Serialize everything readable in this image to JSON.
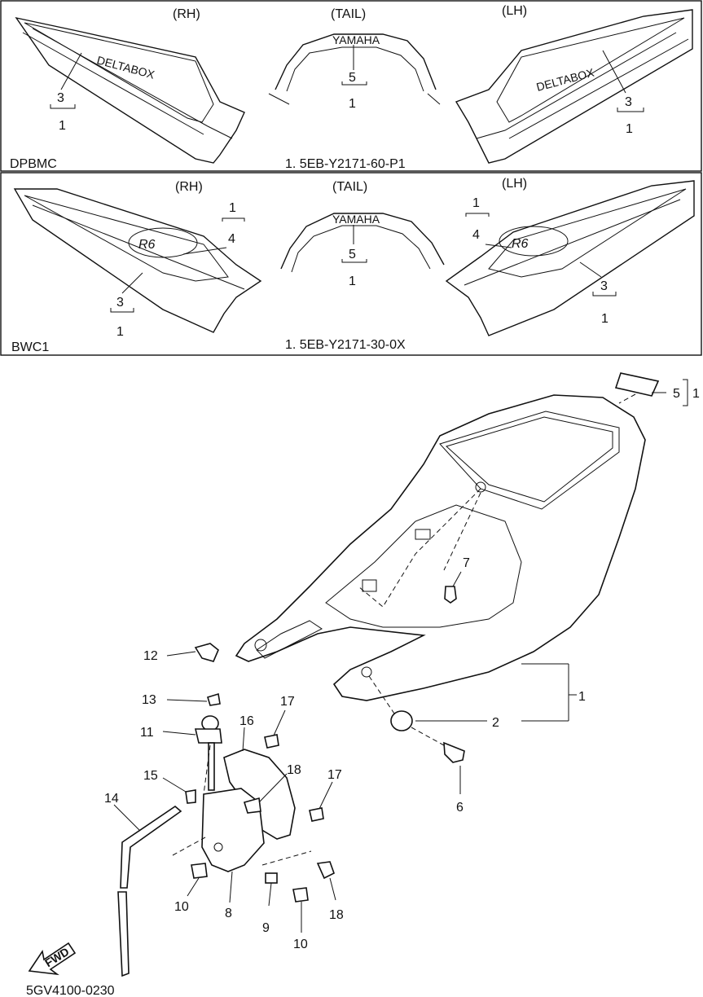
{
  "panel_top": {
    "views": {
      "rh": "(RH)",
      "tail": "(TAIL)",
      "lh": "(LH)"
    },
    "variant": "DPBMC",
    "caption": "1. 5EB-Y2171-60-P1",
    "decal_text": {
      "tail": "YAMAHA",
      "side": "DELTABOX"
    },
    "callouts": {
      "rh_a": "3",
      "rh_b": "1",
      "tail_a": "5",
      "tail_b": "1",
      "lh_a": "3",
      "lh_b": "1"
    }
  },
  "panel_bottom": {
    "views": {
      "rh": "(RH)",
      "tail": "(TAIL)",
      "lh": "(LH)"
    },
    "variant": "BWC1",
    "caption": "1. 5EB-Y2171-30-0X",
    "decal_text": {
      "tail": "YAMAHA",
      "side": "R6"
    },
    "callouts": {
      "rh_top1": "1",
      "rh_top4": "4",
      "rh_a": "3",
      "rh_b": "1",
      "tail_a": "5",
      "tail_b": "1",
      "lh_top1": "1",
      "lh_top4": "4",
      "lh_a": "3",
      "lh_b": "1"
    }
  },
  "main": {
    "callouts": {
      "p1": "1",
      "p2": "2",
      "p5": "5",
      "p5_1": "1",
      "p6": "6",
      "p7": "7",
      "p8": "8",
      "p9": "9",
      "p10a": "10",
      "p10b": "10",
      "p11": "11",
      "p12": "12",
      "p13": "13",
      "p14": "14",
      "p15": "15",
      "p16": "16",
      "p17a": "17",
      "p17b": "17",
      "p18a": "18",
      "p18b": "18"
    },
    "fwd_label": "FWD"
  },
  "footer": {
    "drawing_code": "5GV4100-0230"
  }
}
